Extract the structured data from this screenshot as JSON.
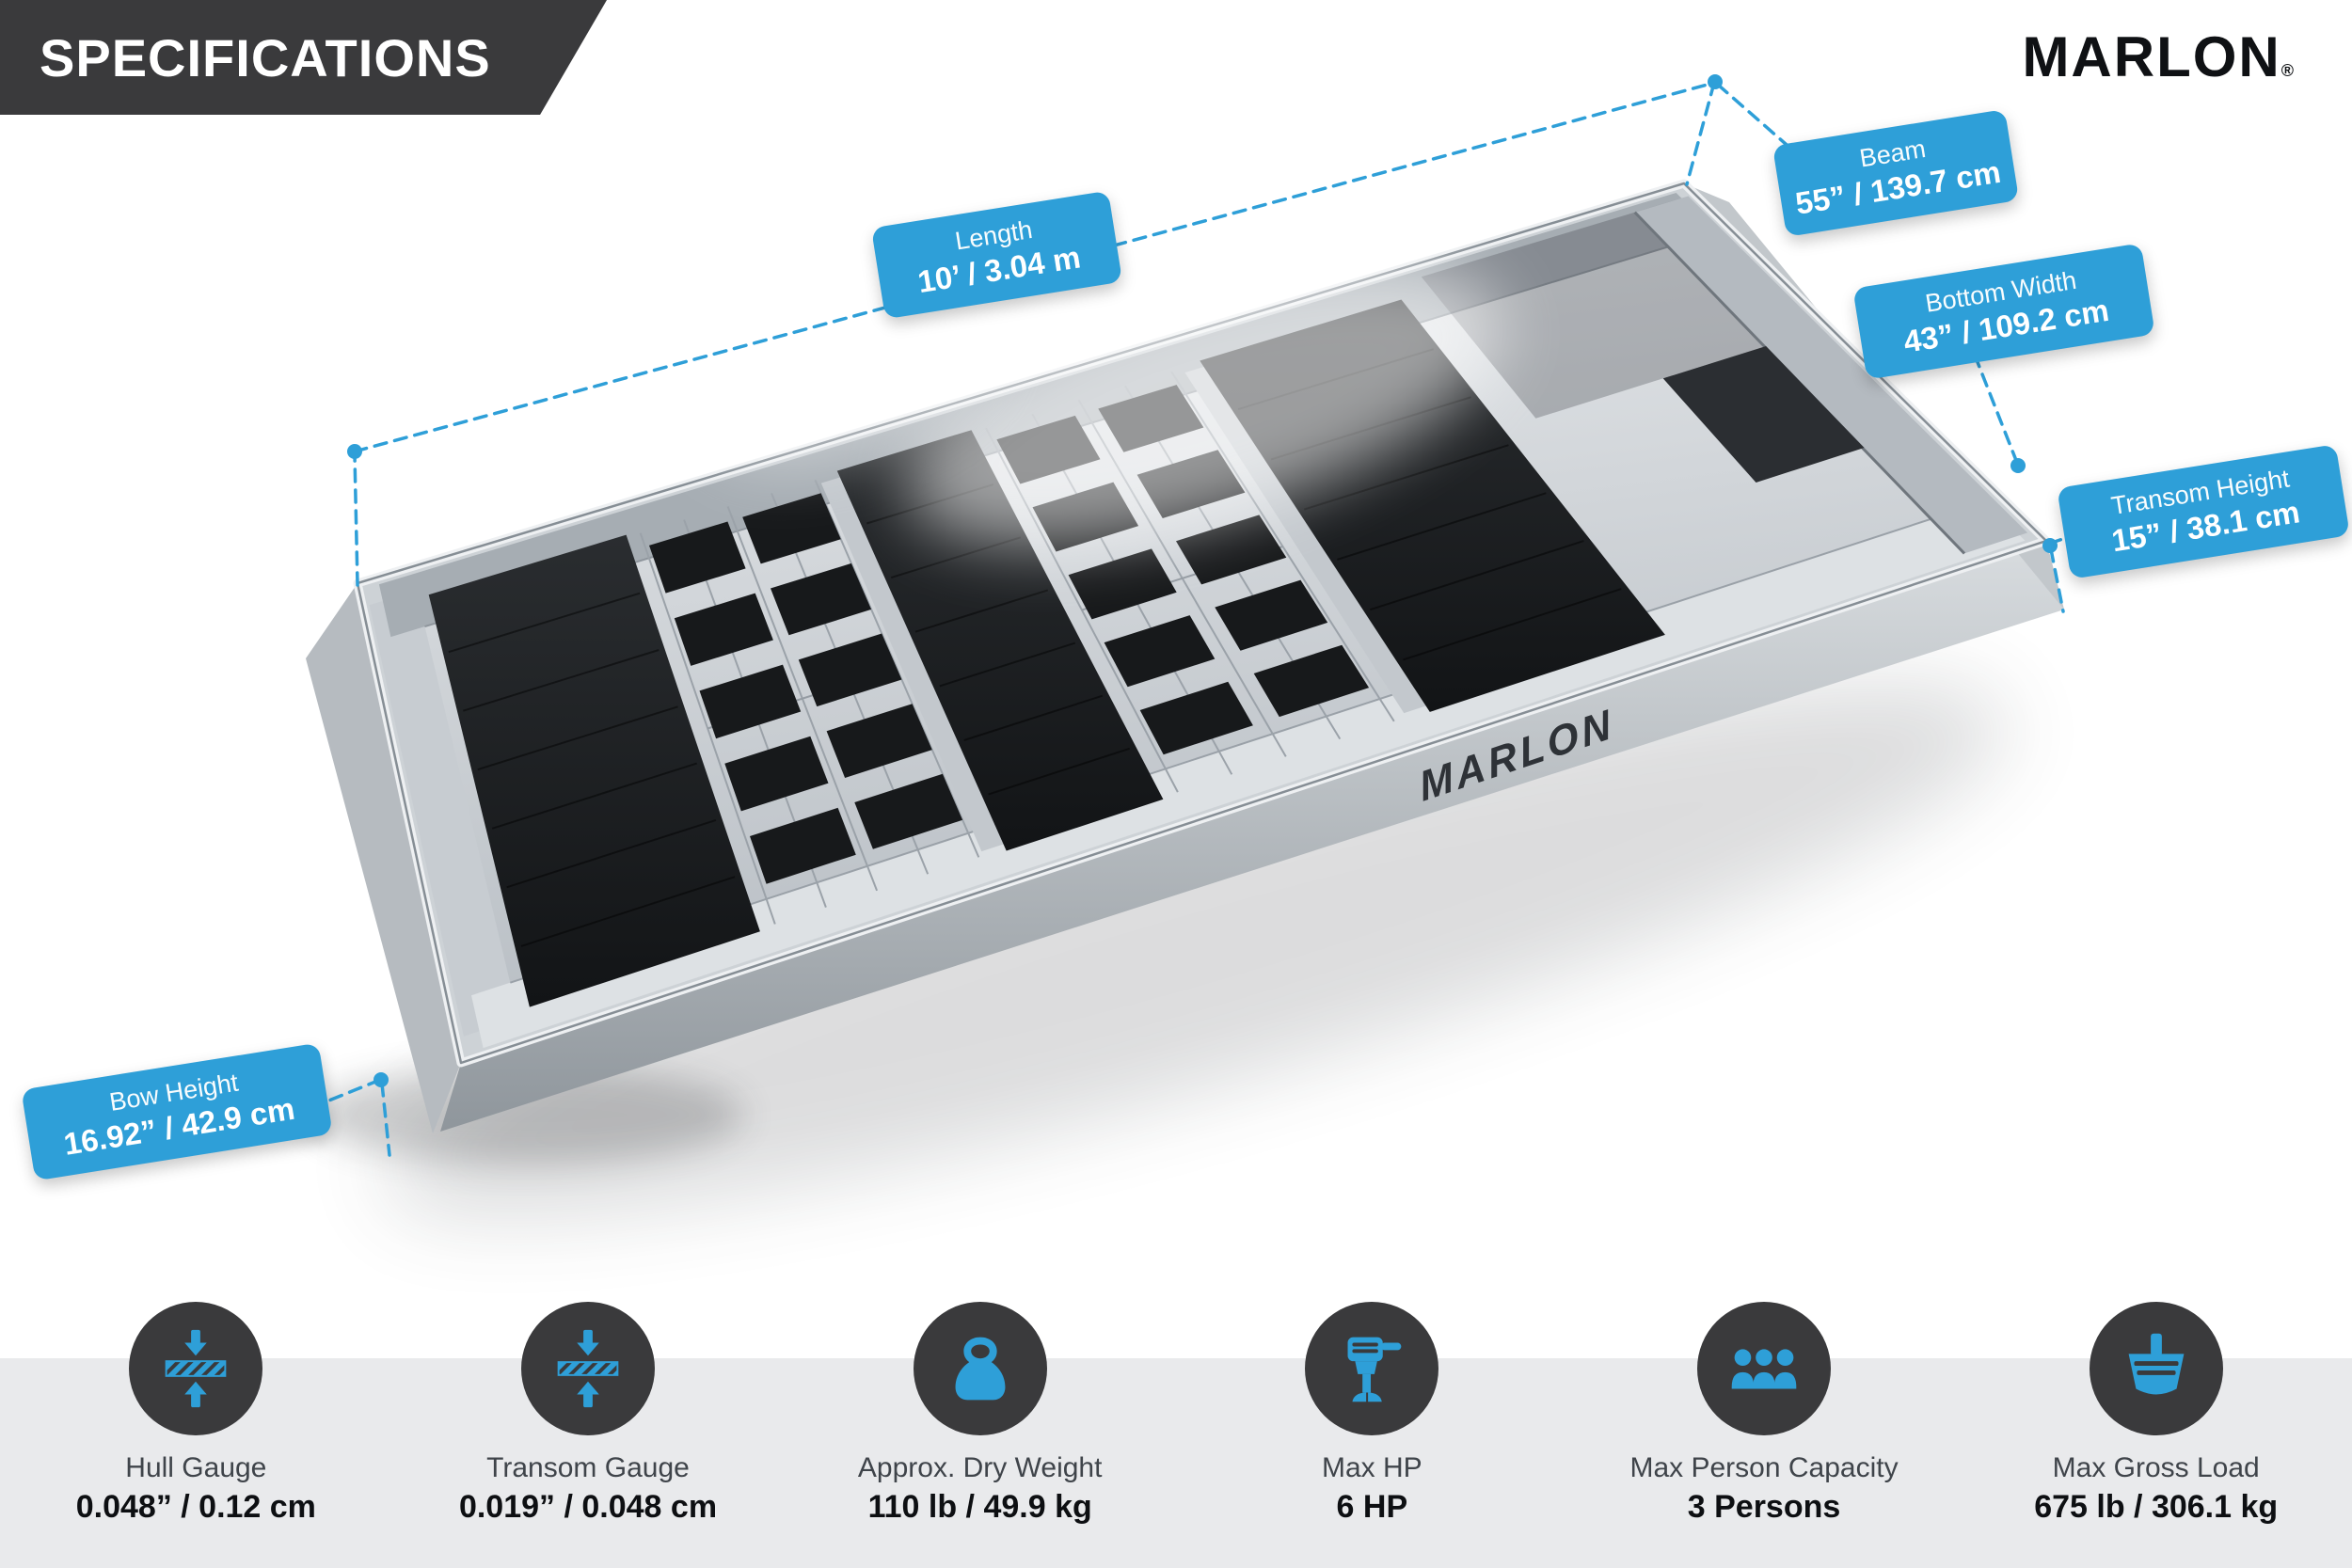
{
  "header": {
    "title": "SPECIFICATIONS",
    "brand": "MARLON",
    "brand_registered": "®"
  },
  "boat": {
    "hull_logo": "MARLON"
  },
  "callouts": [
    {
      "id": "length",
      "label": "Length",
      "value": "10’ / 3.04 m"
    },
    {
      "id": "beam",
      "label": "Beam",
      "value": "55” / 139.7 cm"
    },
    {
      "id": "bottom-width",
      "label": "Bottom Width",
      "value": "43” / 109.2 cm"
    },
    {
      "id": "transom-height",
      "label": "Transom Height",
      "value": "15” / 38.1 cm"
    },
    {
      "id": "bow-height",
      "label": "Bow Height",
      "value": "16.92” / 42.9 cm"
    }
  ],
  "specs": [
    {
      "icon": "hull-gauge-icon",
      "label": "Hull Gauge",
      "value": "0.048” / 0.12 cm"
    },
    {
      "icon": "transom-gauge-icon",
      "label": "Transom Gauge",
      "value": "0.019” / 0.048 cm"
    },
    {
      "icon": "dry-weight-icon",
      "label": "Approx. Dry Weight",
      "value": "110 lb / 49.9 kg"
    },
    {
      "icon": "outboard-motor-icon",
      "label": "Max HP",
      "value": "6 HP"
    },
    {
      "icon": "person-capacity-icon",
      "label": "Max Person Capacity",
      "value": "3 Persons"
    },
    {
      "icon": "max-gross-load-boat-icon",
      "label": "Max Gross Load",
      "value": "675 lb / 306.1 kg"
    }
  ],
  "colors": {
    "accent_blue": "#2E9FD8",
    "banner_dark": "#3A3A3C",
    "band_gray": "#E9EAEC"
  }
}
